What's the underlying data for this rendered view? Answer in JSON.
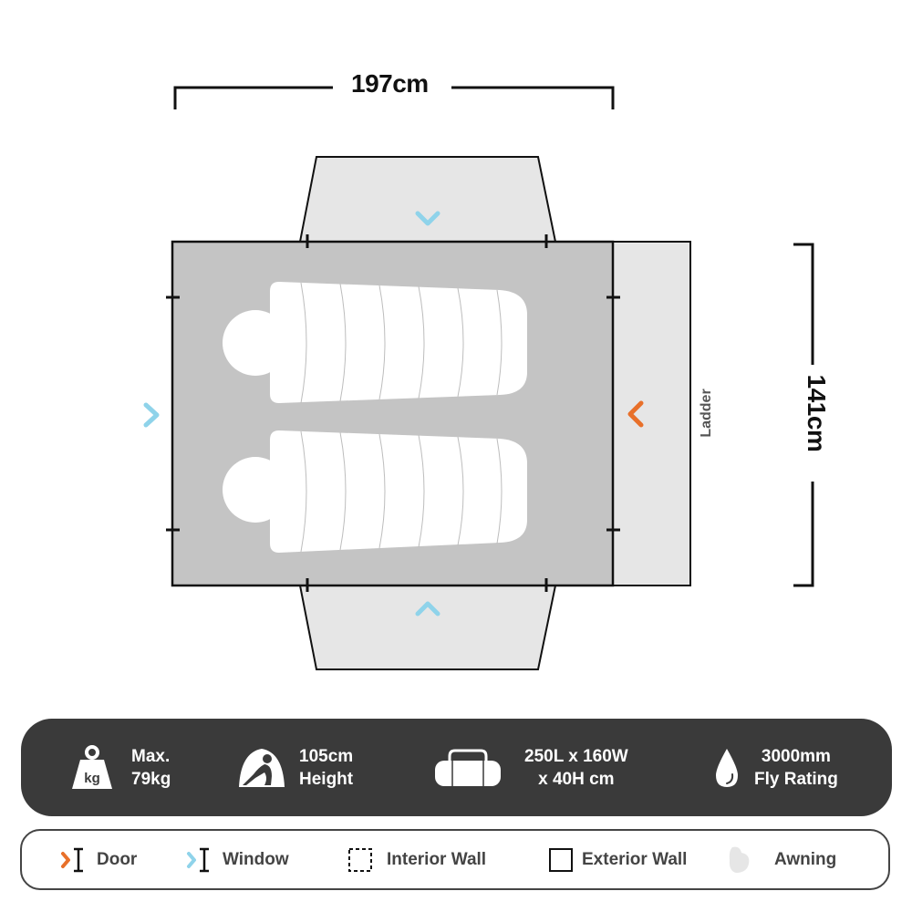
{
  "dimensions": {
    "width_label": "197cm",
    "depth_label": "141cm"
  },
  "plan": {
    "ladder_label": "Ladder",
    "colors": {
      "interior_floor": "#c4c4c4",
      "awning": "#e6e6e6",
      "ladder_area": "#e6e6e6",
      "outline": "#111111",
      "sleeping_bag": "#ffffff",
      "door_marker": "#e8702a",
      "window_marker": "#8fd3ea"
    },
    "markers": [
      {
        "type": "window",
        "side": "top",
        "direction": "down"
      },
      {
        "type": "window",
        "side": "bottom",
        "direction": "up"
      },
      {
        "type": "window",
        "side": "left",
        "direction": "right"
      },
      {
        "type": "door",
        "side": "right",
        "direction": "left"
      }
    ],
    "sleeping_bags": 2
  },
  "specs": [
    {
      "icon": "weight-kg-icon",
      "icon_text": "kg",
      "line1": "Max.",
      "line2": "79kg"
    },
    {
      "icon": "seated-person-tent-icon",
      "line1": "105cm",
      "line2": "Height"
    },
    {
      "icon": "duffel-bag-icon",
      "line1": "250L x 160W",
      "line2": "x 40H cm"
    },
    {
      "icon": "water-drop-icon",
      "line1": "3000mm",
      "line2": "Fly Rating"
    }
  ],
  "legend": [
    {
      "icon": "door-marker-icon",
      "label": "Door",
      "color": "#e8702a"
    },
    {
      "icon": "window-marker-icon",
      "label": "Window",
      "color": "#8fd3ea"
    },
    {
      "icon": "interior-wall-icon",
      "label": "Interior Wall"
    },
    {
      "icon": "exterior-wall-icon",
      "label": "Exterior Wall"
    },
    {
      "icon": "awning-icon",
      "label": "Awning",
      "color": "#e6e6e6"
    }
  ]
}
